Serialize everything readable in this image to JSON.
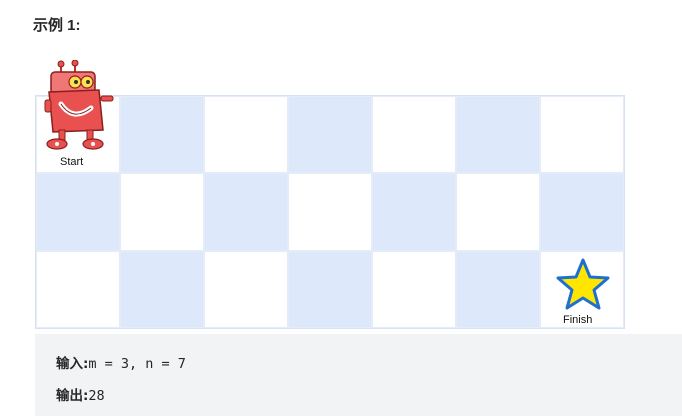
{
  "example": {
    "title": "示例 1:"
  },
  "grid": {
    "rows": 3,
    "cols": 7,
    "start_label": "Start",
    "finish_label": "Finish"
  },
  "colors": {
    "light_cell": "#ffffff",
    "blue_cell": "#dde9fb",
    "star_fill": "#ffe600",
    "star_stroke": "#1f6fd1",
    "robot": "#e8514f"
  },
  "icons": {
    "start": "robot-icon",
    "finish": "star-icon"
  },
  "code": {
    "input_label": "输入:",
    "input_value": "m = 3, n = 7",
    "output_label": "输出:",
    "output_value": "28"
  }
}
